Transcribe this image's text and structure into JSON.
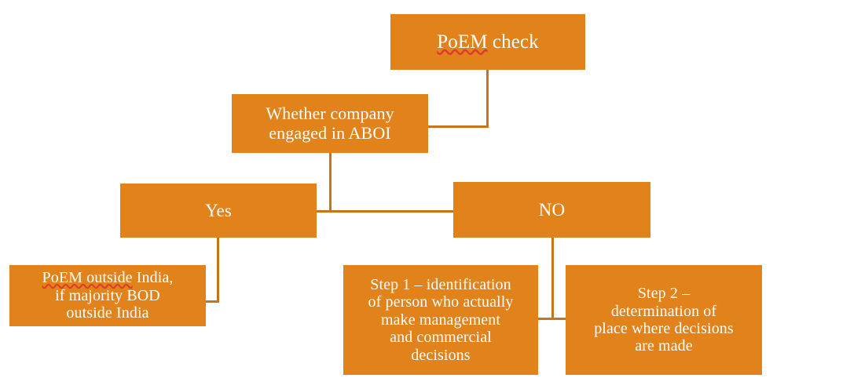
{
  "diagram": {
    "title": "PoEM check flowchart",
    "colors": {
      "node_fill": "#E2821A",
      "node_text": "#FFFFFF",
      "connector": "#C8741A",
      "spellcheck_underline": "#E03A2F",
      "background": "#FFFFFF"
    },
    "nodes": [
      {
        "id": "poem-check",
        "label": "PoEM check",
        "spell_flagged": "PoEM",
        "rest": " check"
      },
      {
        "id": "aboi",
        "label": "Whether company engaged in ABOI",
        "lines": [
          "Whether company",
          "engaged in ABOI"
        ]
      },
      {
        "id": "yes",
        "label": "Yes"
      },
      {
        "id": "no",
        "label": "NO"
      },
      {
        "id": "poem-outside",
        "label": "PoEM outside India, if majority BOD outside India",
        "spell_flagged": "PoEM outside",
        "rest": " India,\nif majority BOD\noutside India"
      },
      {
        "id": "step1",
        "label": "Step 1 – identification of person who actually make management and commercial decisions",
        "lines": [
          "Step 1 – identification",
          "of person who actually",
          "make management",
          "and commercial",
          "decisions"
        ]
      },
      {
        "id": "step2",
        "label": "Step 2 – determination of place where decisions are made",
        "lines": [
          "Step 2 –",
          "determination of",
          "place where decisions",
          "are made"
        ]
      }
    ],
    "connectors": [
      {
        "id": "poem-down",
        "from": "poem-check",
        "to": "aboi",
        "orientation": "vertical"
      },
      {
        "id": "poem-left",
        "from": "poem-check",
        "to": "aboi",
        "orientation": "horizontal"
      },
      {
        "id": "aboi-down",
        "from": "aboi",
        "to": "split",
        "orientation": "vertical"
      },
      {
        "id": "split-h",
        "from": "yes",
        "to": "no",
        "orientation": "horizontal"
      },
      {
        "id": "yes-down",
        "from": "yes",
        "to": "poem-outside",
        "orientation": "vertical"
      },
      {
        "id": "yes-left",
        "from": "yes",
        "to": "poem-outside",
        "orientation": "horizontal"
      },
      {
        "id": "no-down",
        "from": "no",
        "to": "steps",
        "orientation": "vertical"
      },
      {
        "id": "no-h",
        "from": "step1",
        "to": "step2",
        "orientation": "horizontal"
      }
    ]
  }
}
